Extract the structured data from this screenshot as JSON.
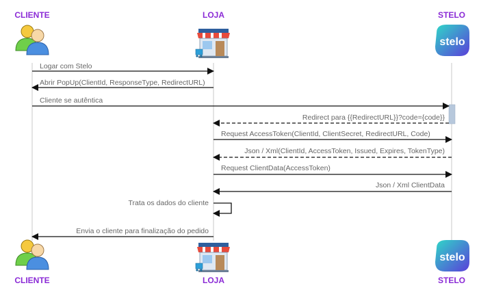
{
  "actors": [
    {
      "id": "cliente",
      "label": "CLIENTE",
      "icon": "users-icon"
    },
    {
      "id": "loja",
      "label": "LOJA",
      "icon": "store-icon"
    },
    {
      "id": "stelo",
      "label": "STELO",
      "icon": "stelo-logo",
      "logo_text": "stelo"
    }
  ],
  "messages": [
    {
      "label": "Logar com Stelo",
      "from": "cliente",
      "to": "loja",
      "style": "solid"
    },
    {
      "label": "Abrir PopUp(ClientId, ResponseType, RedirectURL)",
      "from": "loja",
      "to": "cliente",
      "style": "solid"
    },
    {
      "label": "Cliente se autêntica",
      "from": "cliente",
      "to": "stelo",
      "style": "solid"
    },
    {
      "label": "Redirect para {{RedirectURL}}?code={code}}",
      "from": "stelo",
      "to": "loja",
      "style": "dashed"
    },
    {
      "label": "Request AccessToken(ClientId, ClientSecret, RedirectURL, Code)",
      "from": "loja",
      "to": "stelo",
      "style": "solid"
    },
    {
      "label": "Json / Xml(ClientId, AccessToken, Issued, Expires, TokenType)",
      "from": "stelo",
      "to": "loja",
      "style": "dashed"
    },
    {
      "label": "Request ClientData(AccessToken)",
      "from": "loja",
      "to": "stelo",
      "style": "solid"
    },
    {
      "label": "Json / Xml ClientData",
      "from": "stelo",
      "to": "loja",
      "style": "solid"
    },
    {
      "label": "Trata os dados do cliente",
      "from": "loja",
      "to": "loja",
      "style": "self"
    },
    {
      "label": "Envia o cliente para finalização do pedido",
      "from": "loja",
      "to": "cliente",
      "style": "solid"
    }
  ],
  "colors": {
    "actor_label": "#8b2bd6",
    "lifeline": "#c8c8c8",
    "arrow": "#111111",
    "text": "#666666",
    "stelo_gradient_start": "#2fd7c8",
    "stelo_gradient_end": "#5a3fd9",
    "activation": "#b7c8dc"
  }
}
